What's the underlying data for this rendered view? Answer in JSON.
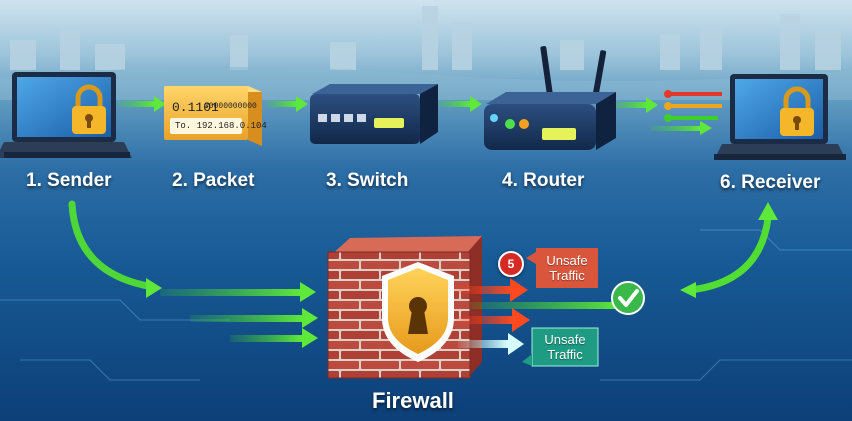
{
  "nodes": {
    "sender": "1. Sender",
    "packet": "2. Packet",
    "switch": "3. Switch",
    "router": "4. Router",
    "receiver": "6. Receiver",
    "firewall": "Firewall"
  },
  "packet_card": {
    "bits": "0.1101",
    "bits_small": "00000000000",
    "address": "To. 192.168.0.104"
  },
  "firewall": {
    "step_badge": "5",
    "unsafe_tag_top": "Unsafe\nTraffic",
    "unsafe_tag_bottom": "Unsafe\nTraffic"
  },
  "colors": {
    "arrow_green": "#3fcf2a",
    "brick": "#b8443a",
    "shield": "#f1b52a",
    "tag_red": "#d9563c",
    "tag_teal": "#1f9a83",
    "check_green": "#3bb84a"
  },
  "icons": [
    "laptop-icon",
    "padlock-icon",
    "package-icon",
    "switch-icon",
    "router-icon",
    "firewall-icon",
    "shield-icon",
    "keyhole-icon",
    "checkmark-icon"
  ]
}
